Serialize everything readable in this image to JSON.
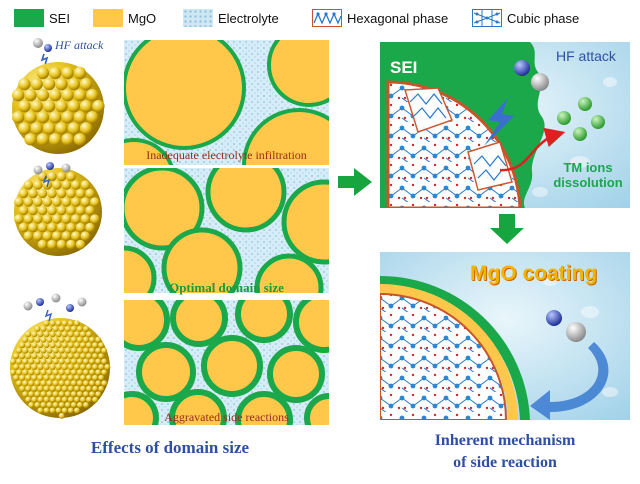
{
  "legend": [
    {
      "label": "SEI",
      "color": "#1aa84a",
      "pattern": "solid"
    },
    {
      "label": "MgO",
      "color": "#ffc84a",
      "pattern": "solid"
    },
    {
      "label": "Electrolyte",
      "color": "#cfe7f3",
      "pattern": "dots"
    },
    {
      "label": "Hexagonal phase",
      "color": "#c8542a",
      "pattern": "hex"
    },
    {
      "label": "Cubic phase",
      "color": "#2a7ac8",
      "pattern": "cubic"
    }
  ],
  "left": {
    "hf_label": "HF attack",
    "panels": [
      {
        "caption": "Inadequate electrolyte infiltration",
        "caption_color": "#9a2a1c",
        "caption_weight": "normal"
      },
      {
        "caption": "Optimal domain size",
        "caption_color": "#1a9a3a",
        "caption_weight": "bold"
      },
      {
        "caption": "Aggravated side reactions",
        "caption_color": "#9a2a1c",
        "caption_weight": "normal"
      }
    ],
    "bottom_caption": "Effects of domain size"
  },
  "right": {
    "top": {
      "sei_label": "SEI",
      "hf_label": "HF attack",
      "tm_label_line1": "TM ions",
      "tm_label_line2": "dissolution"
    },
    "bottom": {
      "coating_label": "MgO coating"
    },
    "bottom_caption_line1": "Inherent  mechanism",
    "bottom_caption_line2": "of side reaction"
  },
  "colors": {
    "sei": "#1aa84a",
    "mgo": "#ffc84a",
    "electrolyte": "#cfe7f3",
    "sphere": "#e8c41e",
    "arrow": "#17a53f",
    "caption_blue": "#2f4fa0"
  }
}
